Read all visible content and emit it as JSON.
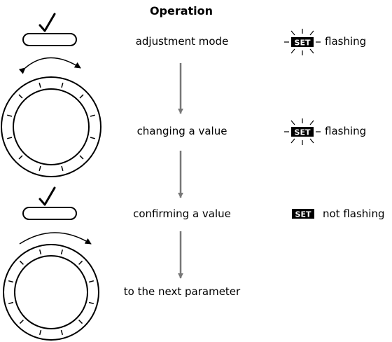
{
  "title": "Operation",
  "steps": [
    {
      "label": "adjustment mode",
      "status_icon": "SET",
      "status_text": "flashing",
      "flashing": true,
      "control": "button-press-icon"
    },
    {
      "label": "changing a value",
      "status_icon": "SET",
      "status_text": "flashing",
      "flashing": true,
      "control": "knob-turn-both-ways-icon"
    },
    {
      "label": "confirming a value",
      "status_icon": "SET",
      "status_text": "not flashing",
      "flashing": false,
      "control": "button-press-icon"
    },
    {
      "label": "to the next parameter",
      "status_icon": "",
      "status_text": "",
      "flashing": false,
      "control": "knob-turn-right-icon"
    }
  ],
  "colors": {
    "arrow": "#777777",
    "badge": "#000000",
    "badge_text": "#ffffff"
  }
}
